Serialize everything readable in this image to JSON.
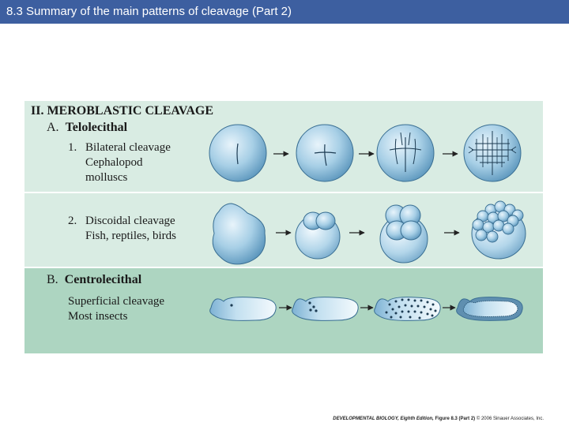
{
  "header": {
    "title": "8.3  Summary of the main patterns of cleavage (Part 2)"
  },
  "figure": {
    "section_heading": "II.  MEROBLASTIC CLEAVAGE",
    "group_a": {
      "letter": "A.",
      "name": "Telolecithal",
      "item1": {
        "number": "1.",
        "line1": "Bilateral cleavage",
        "line2": "Cephalopod",
        "line3": "molluscs"
      },
      "item2": {
        "number": "2.",
        "line1": "Discoidal cleavage",
        "line2": "Fish, reptiles, birds"
      }
    },
    "group_b": {
      "letter": "B.",
      "name": "Centrolecithal",
      "line1": "Superficial cleavage",
      "line2": "Most insects"
    },
    "colors": {
      "panel_light": "#d9ece3",
      "panel_dark": "#add5c1",
      "header_bar": "#3d5fa0",
      "cell_fill": "#8fc0dc"
    }
  },
  "caption": {
    "book": "DEVELOPMENTAL BIOLOGY, Eighth Edition,",
    "figure": " Figure 8.3 (Part 2)",
    "copyright": "  © 2006 Sinauer Associates, Inc."
  }
}
